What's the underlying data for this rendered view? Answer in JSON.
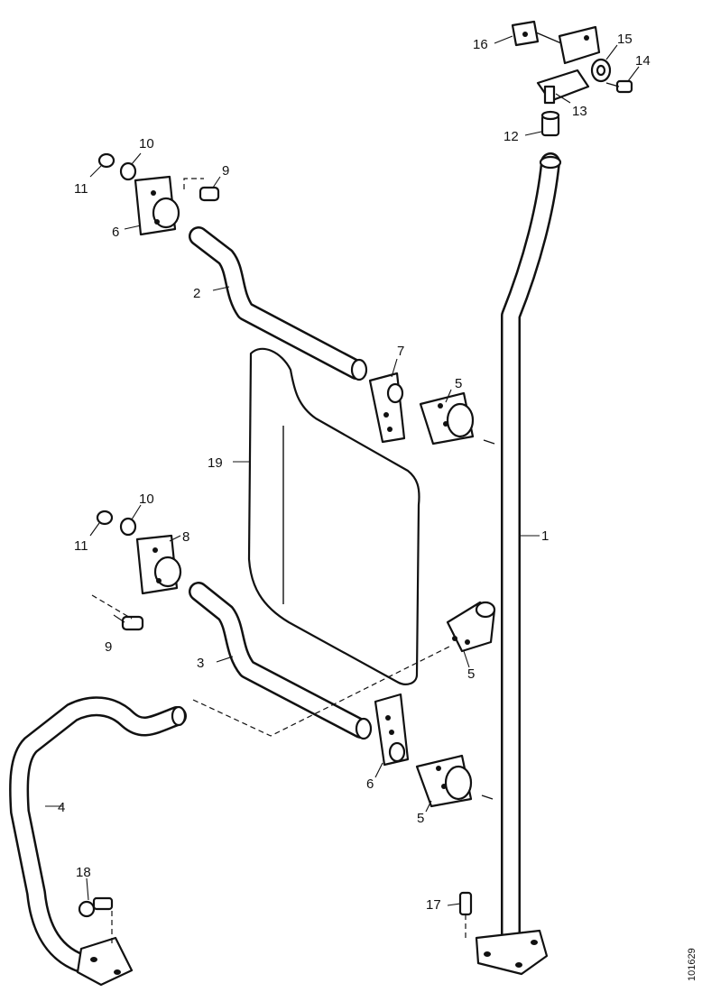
{
  "callouts": {
    "c1": "1",
    "c2": "2",
    "c3": "3",
    "c4": "4",
    "c5a": "5",
    "c5b": "5",
    "c5c": "5",
    "c6a": "6",
    "c6b": "6",
    "c7": "7",
    "c8": "8",
    "c9a": "9",
    "c9b": "9",
    "c10a": "10",
    "c10b": "10",
    "c11a": "11",
    "c11b": "11",
    "c12": "12",
    "c13": "13",
    "c14": "14",
    "c15": "15",
    "c16": "16",
    "c17": "17",
    "c18": "18",
    "c19": "19"
  },
  "ref_code": "101629"
}
